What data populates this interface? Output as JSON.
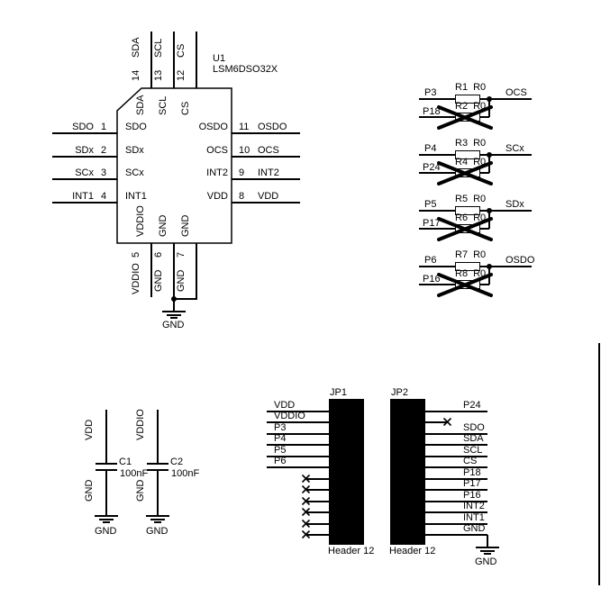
{
  "u1": {
    "ref": "U1",
    "part": "LSM6DSO32X",
    "left_pins": [
      {
        "num": "1",
        "net": "SDO",
        "pin": "SDO"
      },
      {
        "num": "2",
        "net": "SDx",
        "pin": "SDx"
      },
      {
        "num": "3",
        "net": "SCx",
        "pin": "SCx"
      },
      {
        "num": "4",
        "net": "INT1",
        "pin": "INT1"
      }
    ],
    "right_pins": [
      {
        "num": "11",
        "net": "OSDO",
        "pin": "OSDO"
      },
      {
        "num": "10",
        "net": "OCS",
        "pin": "OCS"
      },
      {
        "num": "9",
        "net": "INT2",
        "pin": "INT2"
      },
      {
        "num": "8",
        "net": "VDD",
        "pin": "VDD"
      }
    ],
    "top_pins": [
      {
        "num": "14",
        "net": "SDA",
        "pin": "SDA"
      },
      {
        "num": "13",
        "net": "SCL",
        "pin": "SCL"
      },
      {
        "num": "12",
        "net": "CS",
        "pin": "CS"
      }
    ],
    "bottom_pins": [
      {
        "num": "5",
        "net": "VDDIO",
        "pin": "VDDIO"
      },
      {
        "num": "6",
        "net": "GND",
        "pin": "GND"
      },
      {
        "num": "7",
        "net": "GND",
        "pin": "GND"
      }
    ],
    "gnd_symbol_label": "GND"
  },
  "resistors": [
    {
      "in_top": "P3",
      "ref_top": "R1",
      "val_top": "R0",
      "in_bot": "P18",
      "ref_bot": "R2",
      "val_bot": "R0",
      "out": "OCS"
    },
    {
      "in_top": "P4",
      "ref_top": "R3",
      "val_top": "R0",
      "in_bot": "P24",
      "ref_bot": "R4",
      "val_bot": "R0",
      "out": "SCx"
    },
    {
      "in_top": "P5",
      "ref_top": "R5",
      "val_top": "R0",
      "in_bot": "P17",
      "ref_bot": "R6",
      "val_bot": "R0",
      "out": "SDx"
    },
    {
      "in_top": "P6",
      "ref_top": "R7",
      "val_top": "R0",
      "in_bot": "P16",
      "ref_bot": "R8",
      "val_bot": "R0",
      "out": "OSDO"
    }
  ],
  "capacitors": [
    {
      "ref": "C1",
      "value": "100nF",
      "net_top": "VDD",
      "net_mid": "GND",
      "gnd": "GND"
    },
    {
      "ref": "C2",
      "value": "100nF",
      "net_top": "VDDIO",
      "net_mid": "GND",
      "gnd": "GND"
    }
  ],
  "headers": {
    "jp1": {
      "ref": "JP1",
      "part": "Header 12",
      "nets": [
        "VDD",
        "VDDIO",
        "P3",
        "P4",
        "P5",
        "P6"
      ]
    },
    "jp2": {
      "ref": "JP2",
      "part": "Header 12",
      "nets": [
        "P24",
        "SDO",
        "SDA",
        "SCL",
        "CS",
        "P18",
        "P17",
        "P16",
        "INT2",
        "INT1",
        "GND"
      ],
      "gnd": "GND"
    }
  },
  "colors": {
    "line": "#000000",
    "background": "#ffffff"
  }
}
